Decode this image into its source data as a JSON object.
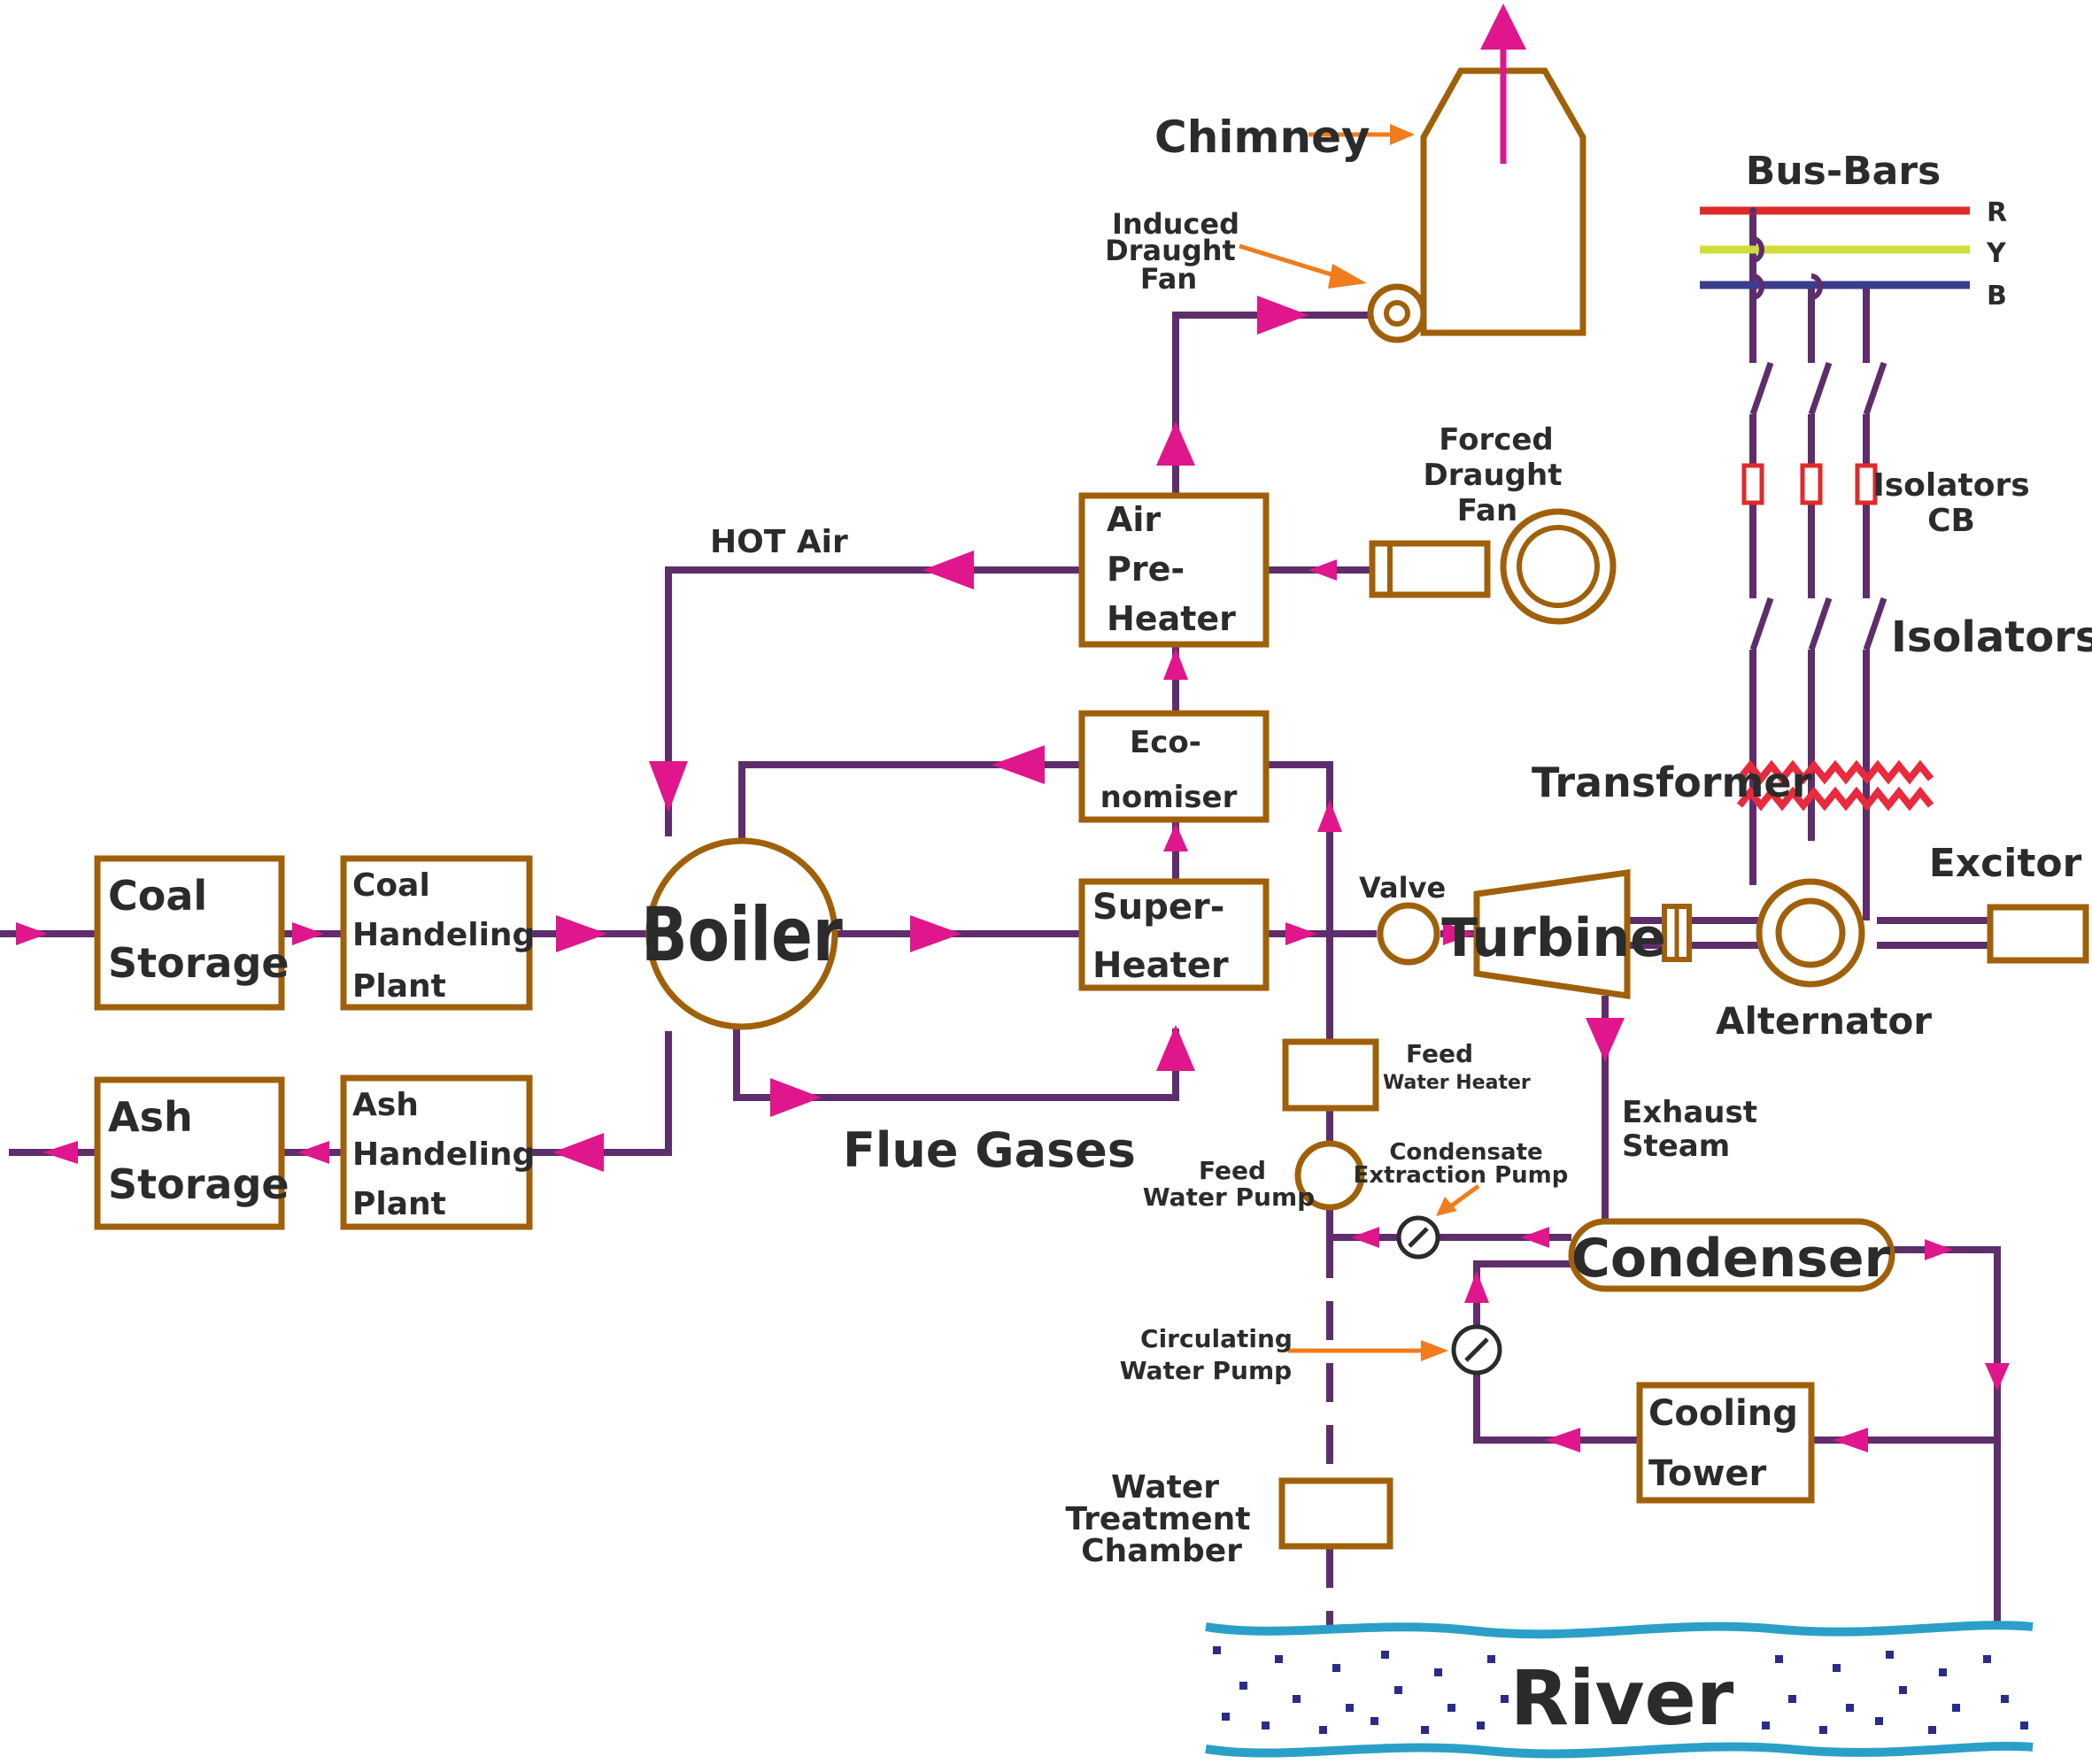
{
  "labels": {
    "coal_storage": [
      "Coal",
      "Storage"
    ],
    "coal_handling": [
      "Coal",
      "Handeling",
      "Plant"
    ],
    "ash_storage": [
      "Ash",
      "Storage"
    ],
    "ash_handling": [
      "Ash",
      "Handeling",
      "Plant"
    ],
    "boiler": "Boiler",
    "super_heater": [
      "Super-",
      "Heater"
    ],
    "economiser": [
      "Eco-",
      "nomiser"
    ],
    "air_pre_heater": [
      "Air",
      "Pre-",
      "Heater"
    ],
    "hot_air": "HOT Air",
    "flue_gases": "Flue Gases",
    "induced_draught_fan": [
      "Induced",
      "Draught",
      "Fan"
    ],
    "chimney": "Chimney",
    "forced_draught_fan": [
      "Forced",
      "Draught",
      "Fan"
    ],
    "valve": "Valve",
    "turbine": "Turbine",
    "alternator": "Alternator",
    "excitor": "Excitor",
    "bus_bars": "Bus-Bars",
    "phase_r": "R",
    "phase_y": "Y",
    "phase_b": "B",
    "isolators_cb": [
      "Isolators",
      "CB"
    ],
    "isolators": "Isolators",
    "transformer": "Transformer",
    "exhaust_steam": [
      "Exhaust",
      "Steam"
    ],
    "feed_water_heater": [
      "Feed",
      "Water Heater"
    ],
    "feed_water_pump": [
      "Feed",
      "Water Pump"
    ],
    "condensate_extraction_pump": [
      "Condensate",
      "Extraction Pump"
    ],
    "condenser": "Condenser",
    "circulating_water_pump": [
      "Circulating",
      "Water Pump"
    ],
    "cooling_tower": [
      "Cooling",
      "Tower"
    ],
    "water_treatment_chamber": [
      "Water",
      "Treatment",
      "Chamber"
    ],
    "river": "River"
  },
  "colors": {
    "pipe": "#5e2d6b",
    "box_stroke": "#a0600a",
    "arrow": "#e0168c",
    "pointer": "#f07c1e",
    "bus_r": "#e02a2a",
    "bus_y": "#cfdc3a",
    "bus_b": "#3b3d8e",
    "river": "#2aa0c8",
    "river_dots": "#2b2b8a",
    "transformer": "#e82a3c"
  }
}
